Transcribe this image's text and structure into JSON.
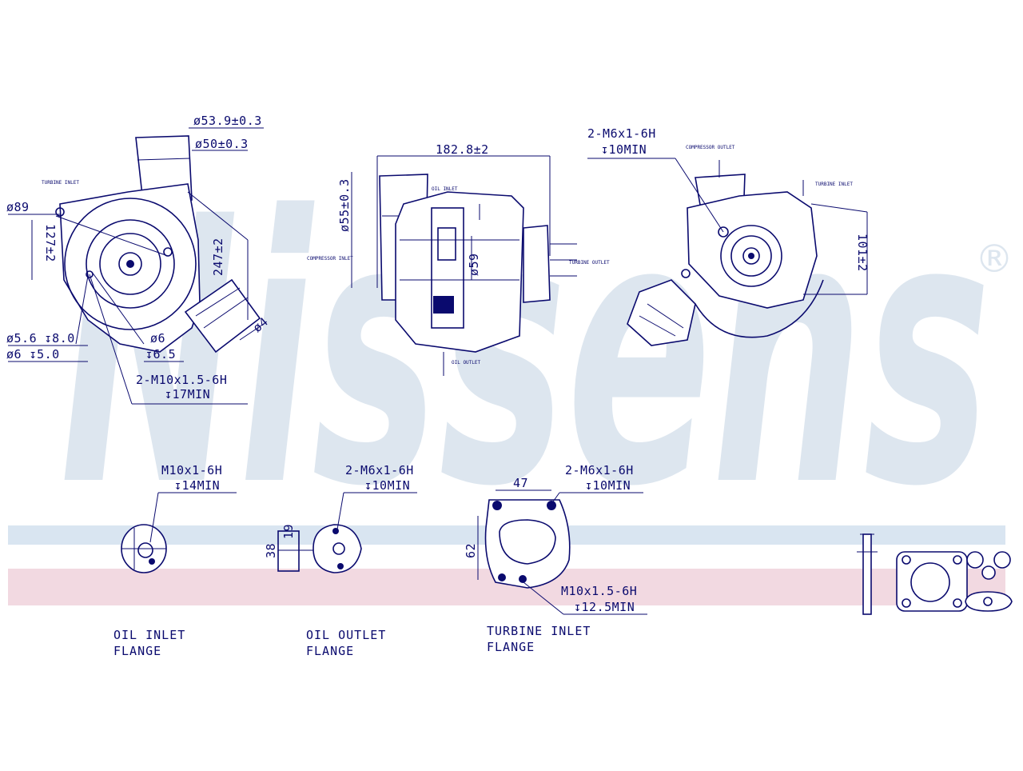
{
  "brand": {
    "watermark": "Nissens",
    "registered_mark": "®",
    "watermark_color": "#dde6ef",
    "stripe_blue": "#d9e5f1",
    "stripe_pink": "#f2d9e1",
    "line_color": "#0a0a6e"
  },
  "view_left": {
    "dims": {
      "d53": "ø53.9±0.3",
      "d50": "ø50±0.3",
      "d89": "ø89",
      "dim127": "127±2",
      "dim247": "247±2",
      "d56": "ø5.6 ↧8.0",
      "d6a": "ø6  ↧5.0",
      "d6b": "ø6",
      "depth65": "↧6.5",
      "phi4": "ø4",
      "thread": "2-M10x1.5-6H",
      "thread_depth": "↧17MIN"
    },
    "small_label": "TURBINE INLET"
  },
  "view_middle": {
    "dims": {
      "length": "182.8±2",
      "d55": "ø55±0.3",
      "d59": "ø59"
    },
    "small_labels": {
      "compressor_inlet": "COMPRESSOR INLET",
      "oil_inlet": "OIL INLET",
      "turbine_outlet": "TURBINE OUTLET",
      "oil_outlet": "OIL OUTLET"
    }
  },
  "view_right": {
    "dims": {
      "thread": "2-M6x1-6H",
      "thread_depth": "↧10MIN",
      "dim101": "101±2"
    },
    "small_labels": {
      "compressor_outlet": "COMPRESSOR OUTLET",
      "turbine_inlet": "TURBINE INLET"
    }
  },
  "flanges": {
    "oil_inlet": {
      "thread": "M10x1-6H",
      "depth": "↧14MIN",
      "label1": "OIL  INLET",
      "label2": "FLANGE"
    },
    "oil_outlet": {
      "thread": "2-M6x1-6H",
      "depth": "↧10MIN",
      "dim38": "38",
      "dim19": "19",
      "label1": "OIL  OUTLET",
      "label2": "FLANGE"
    },
    "turbine_inlet": {
      "dim47": "47",
      "dim62": "62",
      "thread_top": "2-M6x1-6H",
      "depth_top": "↧10MIN",
      "thread_bottom": "M10x1.5-6H",
      "depth_bottom": "↧12.5MIN",
      "label1": "TURBINE  INLET",
      "label2": "FLANGE"
    }
  }
}
